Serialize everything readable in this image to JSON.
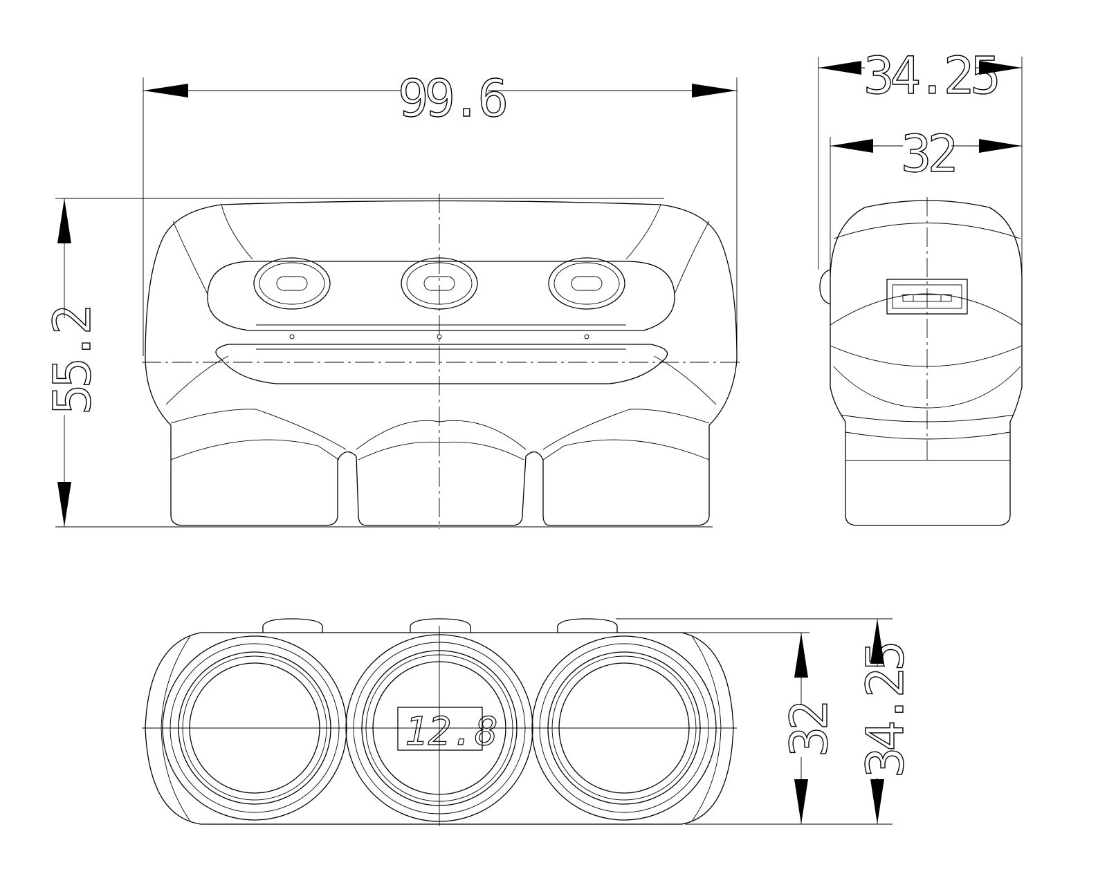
{
  "drawing": {
    "front_view": {
      "width_dim": "99.6",
      "height_dim": "55.2"
    },
    "side_view": {
      "outer_width_dim": "34.25",
      "inner_width_dim": "32"
    },
    "bottom_view": {
      "inner_height_dim": "32",
      "outer_height_dim": "34.25",
      "display_reading": "12.8"
    }
  }
}
